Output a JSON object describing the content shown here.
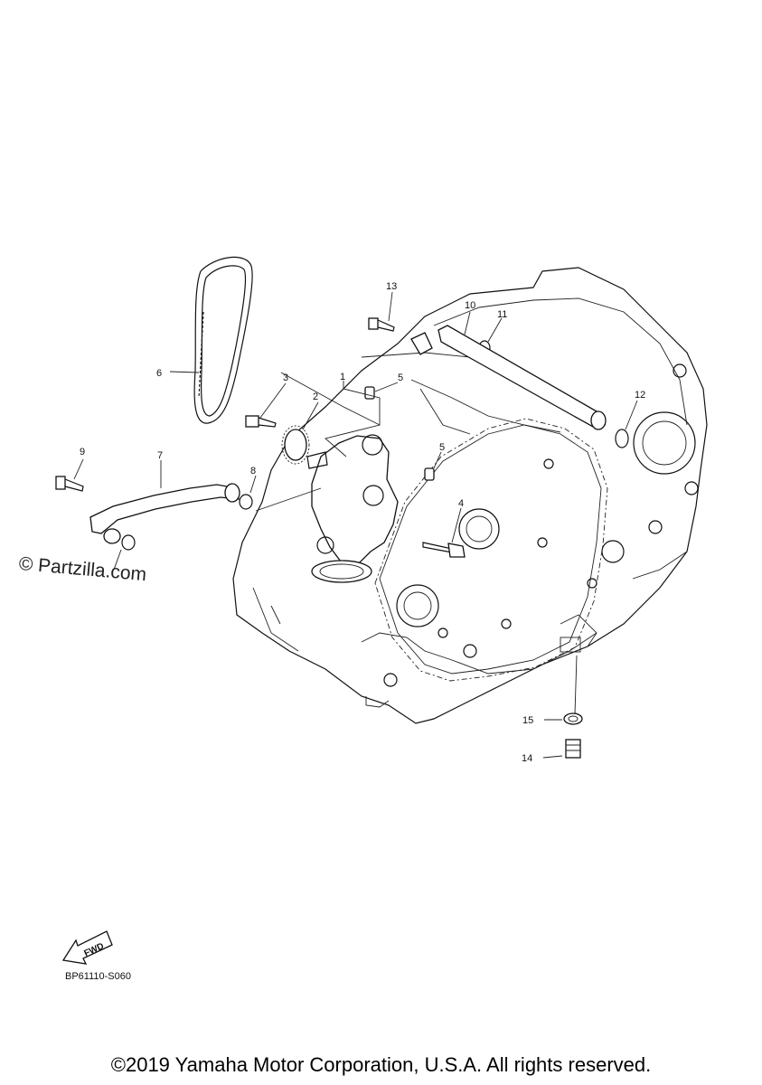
{
  "callouts": [
    "1",
    "2",
    "3",
    "4",
    "5",
    "5",
    "6",
    "7",
    "8",
    "9",
    "10",
    "11",
    "12",
    "13",
    "14",
    "15"
  ],
  "fwd_label": "FWD",
  "drawing_code": "BP61110-S060",
  "watermark": "© Partzilla.com",
  "copyright": "©2019 Yamaha Motor Corporation, U.S.A. All rights reserved."
}
